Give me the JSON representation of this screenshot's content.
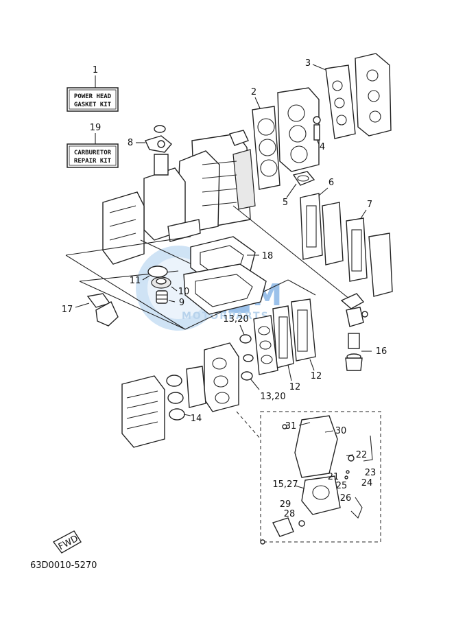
{
  "kits": [
    {
      "number": "1",
      "line1": "POWER HEAD",
      "line2": "GASKET KIT"
    },
    {
      "number": "19",
      "line1": "CARBURETOR",
      "line2": "REPAIR KIT"
    }
  ],
  "callouts": {
    "c2": "2",
    "c3": "3",
    "c4": "4",
    "c5": "5",
    "c6": "6",
    "c7": "7",
    "c8": "8",
    "c9": "9",
    "c10": "10",
    "c11": "11",
    "c12a": "12",
    "c12b": "12",
    "c13_20a": "13,20",
    "c13_20b": "13,20",
    "c14": "14",
    "c16": "16",
    "c17": "17",
    "c18": "18",
    "c15_27": "15,27",
    "c21": "21",
    "c22": "22",
    "c23": "23",
    "c24": "24",
    "c25": "25",
    "c26": "26",
    "c28": "28",
    "c29": "29",
    "c30": "30",
    "c31": "31"
  },
  "direction_label": "FWD",
  "diagram_code": "63D0010-5270",
  "watermark": {
    "brand": "MOTORPARTS",
    "colors": {
      "blue": "#4a90d9",
      "light": "#a9cdee"
    }
  }
}
